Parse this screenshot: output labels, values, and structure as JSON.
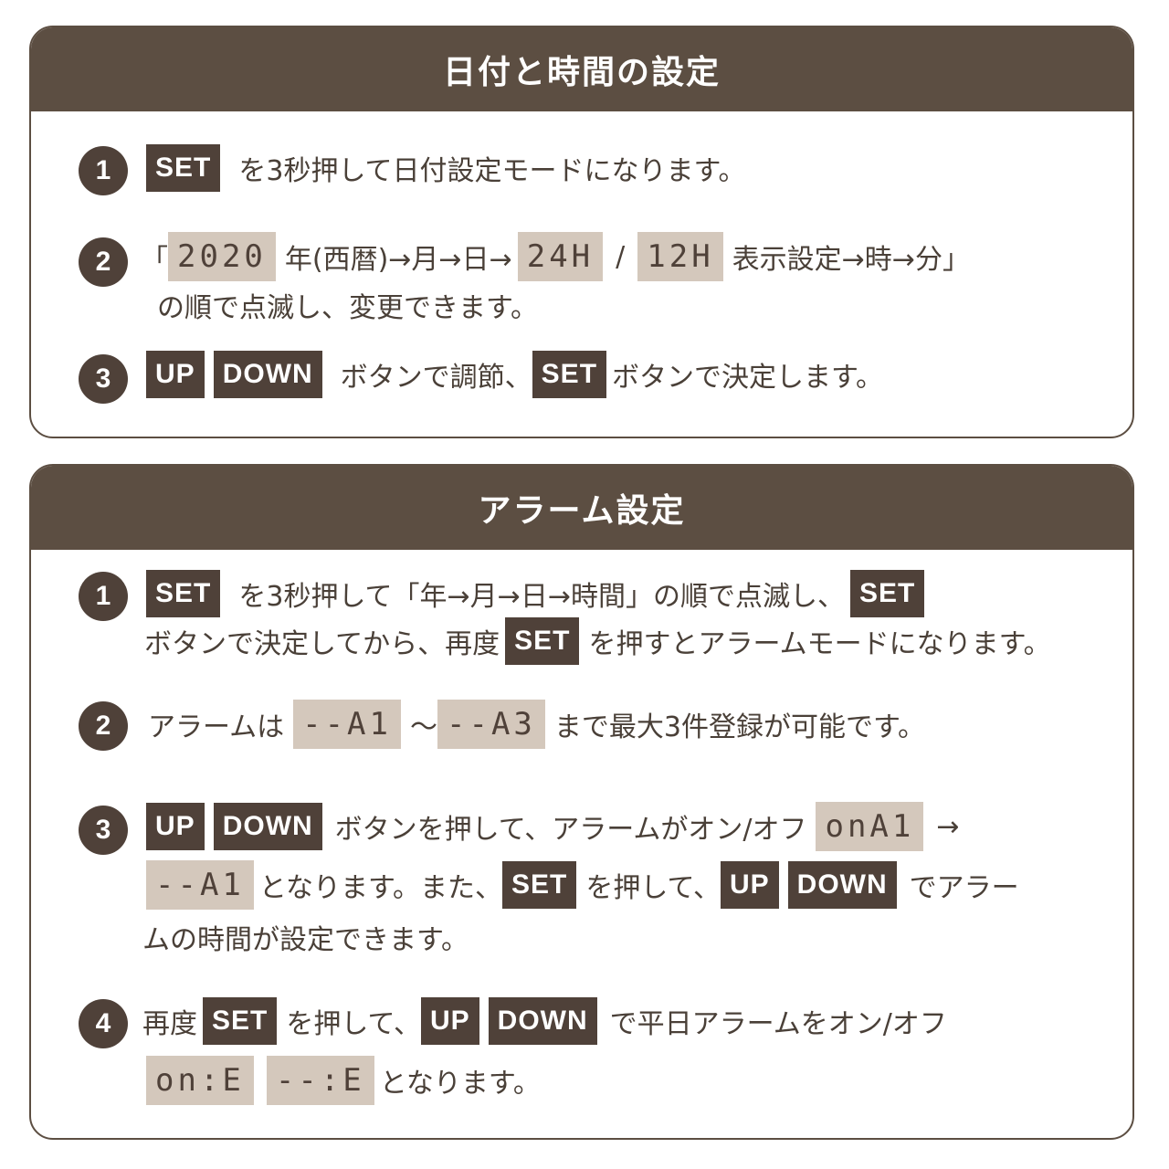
{
  "section1": {
    "title": "日付と時間の設定",
    "step1": {
      "num": "1",
      "btn": "SET",
      "text": "を3秒押して日付設定モードになります。"
    },
    "step2": {
      "num": "2",
      "open": "「",
      "lcd_year": "2020",
      "t1": "年(西暦)→月→日→",
      "lcd_24": "24H",
      "slash": "/",
      "lcd_12": "12H",
      "t2": "表示設定→時→分」",
      "line2": "の順で点滅し、変更できます。"
    },
    "step3": {
      "num": "3",
      "btn_up": "UP",
      "btn_down": "DOWN",
      "t1": "ボタンで調節、",
      "btn_set": "SET",
      "t2": "ボタンで決定します。"
    }
  },
  "section2": {
    "title": "アラーム設定",
    "step1": {
      "num": "1",
      "btn_set": "SET",
      "t1": "を3秒押して「年→月→日→時間」の順で点滅し、",
      "btn_set2": "SET",
      "t2": "ボタンで決定してから、再度",
      "btn_set3": "SET",
      "t3": "を押すとアラームモードになります。"
    },
    "step2": {
      "num": "2",
      "t1": "アラームは",
      "lcd_a1": "--A1",
      "tilde": "～",
      "lcd_a3": "--A3",
      "t2": "まで最大3件登録が可能です。"
    },
    "step3": {
      "num": "3",
      "btn_up": "UP",
      "btn_down": "DOWN",
      "t1": "ボタンを押して、アラームがオン/オフ",
      "lcd_on": "onA1",
      "arrow": "→",
      "lcd_off": "--A1",
      "t2": "となります。また、",
      "btn_set": "SET",
      "t3": "を押して、",
      "btn_up2": "UP",
      "btn_down2": "DOWN",
      "t4": "でアラー",
      "line3": "ムの時間が設定できます。"
    },
    "step4": {
      "num": "4",
      "t1": "再度",
      "btn_set": "SET",
      "t2": "を押して、",
      "btn_up": "UP",
      "btn_down": "DOWN",
      "t3": "で平日アラームをオン/オフ",
      "lcd_on": "on:E",
      "lcd_off": "--:E",
      "t4": "となります。"
    }
  },
  "colors": {
    "accent": "#5c4e42",
    "lcd_bg": "#d4c8bc",
    "text": "#4a4038"
  }
}
